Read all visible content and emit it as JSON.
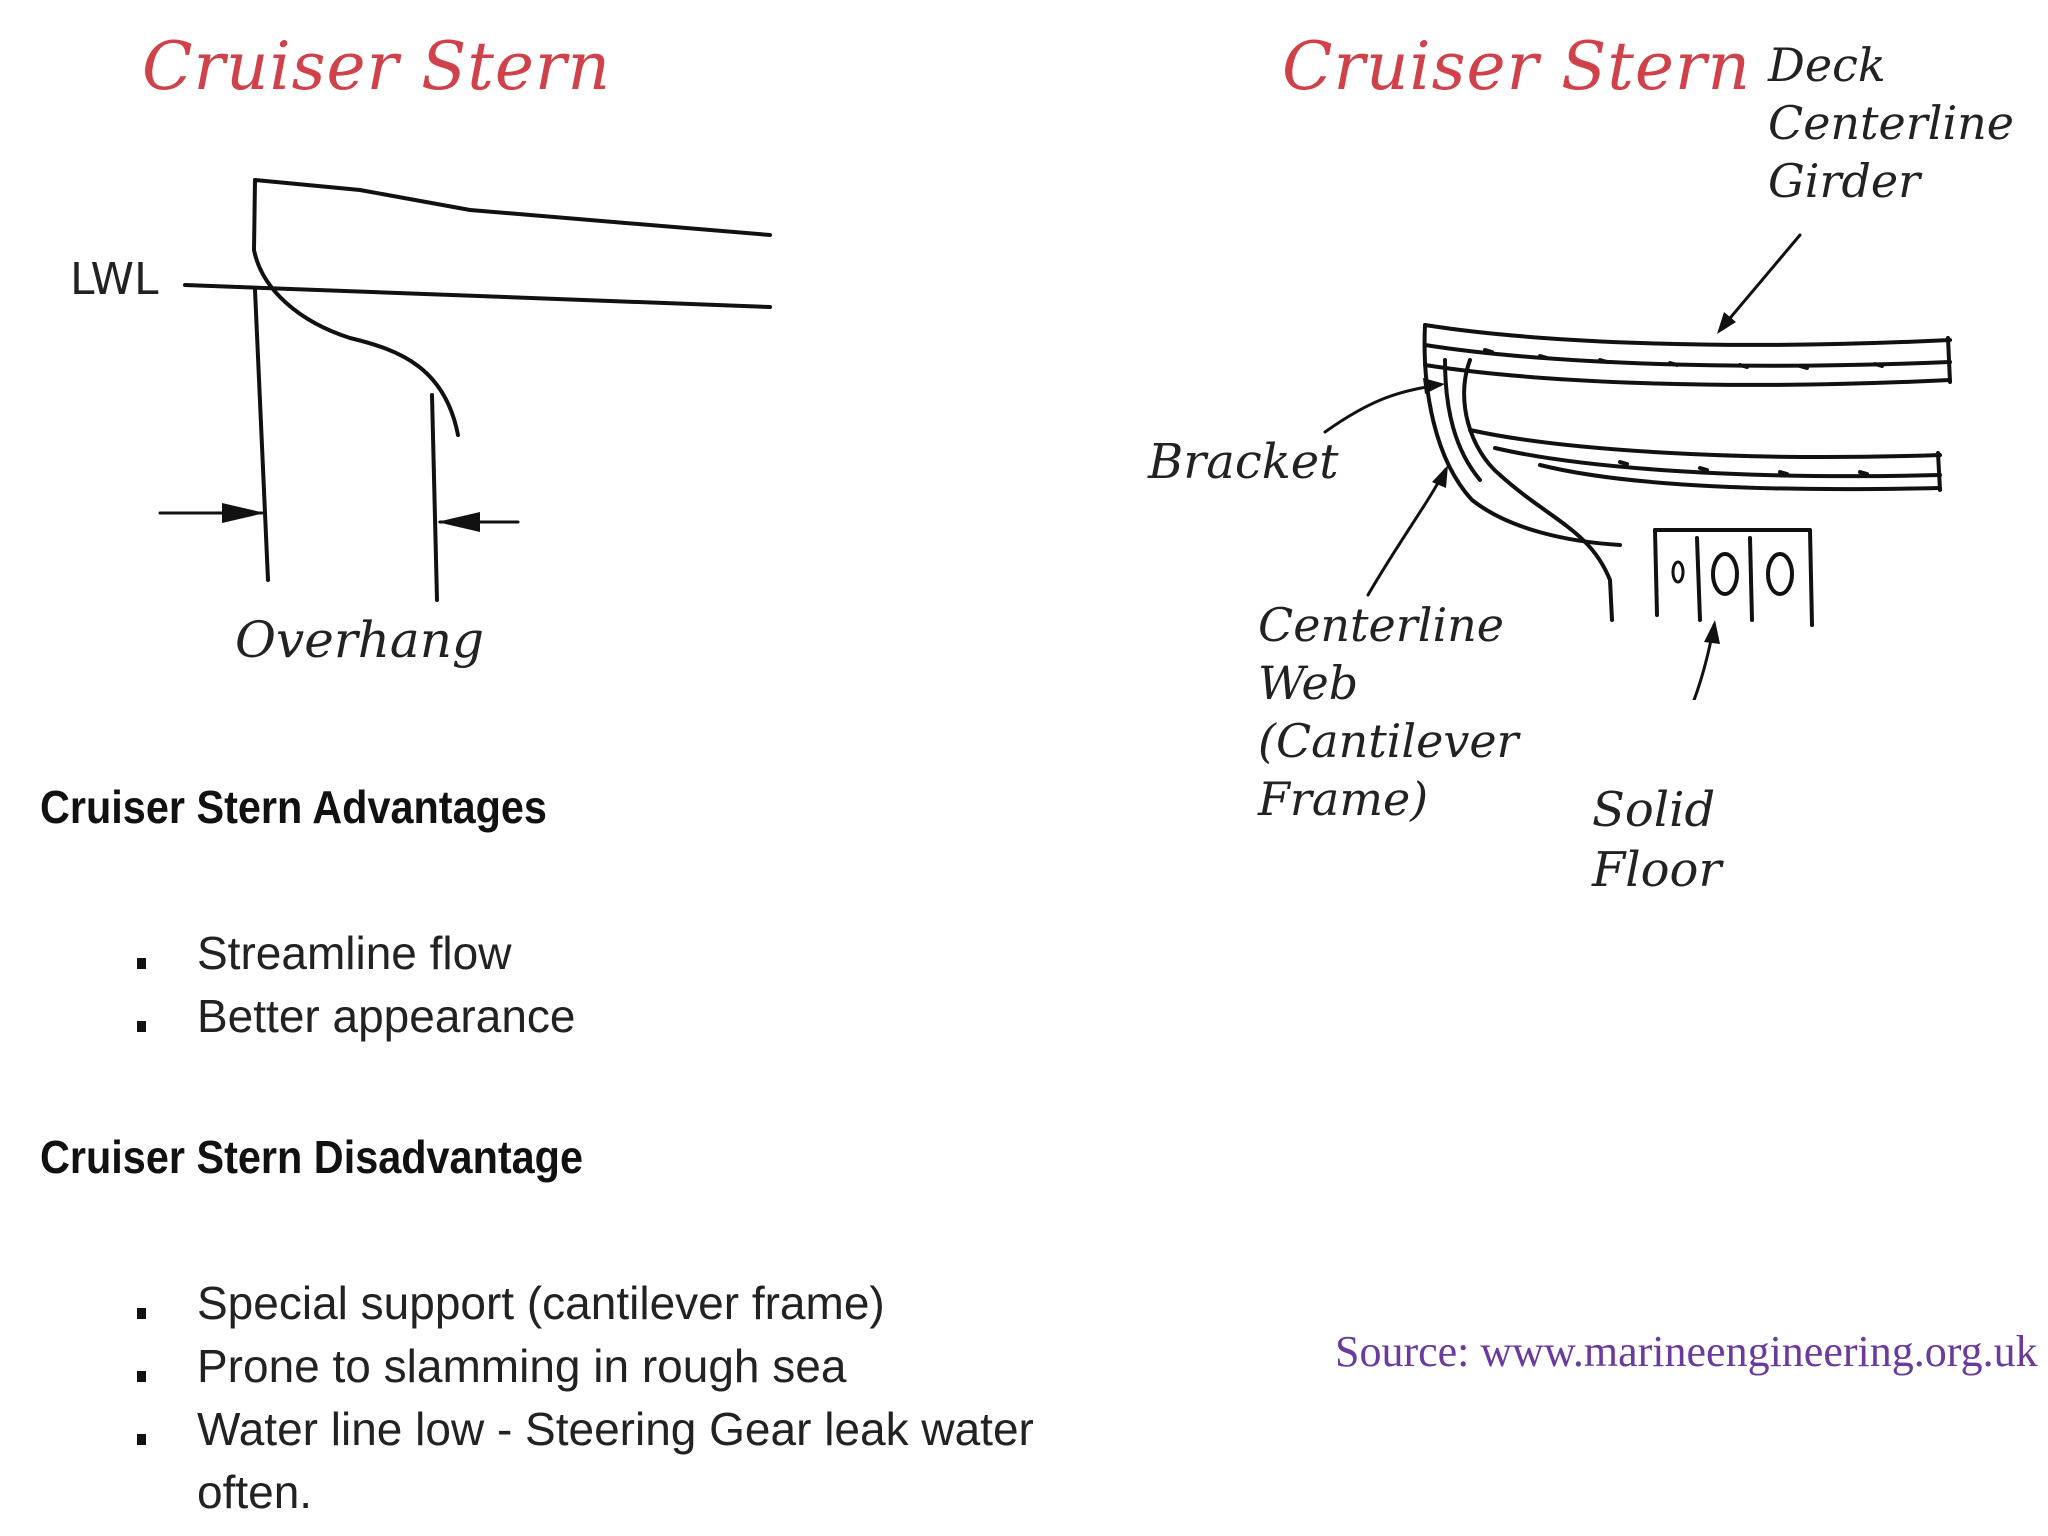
{
  "left_diagram": {
    "title": "Cruiser Stern",
    "lwl_label": "LWL",
    "overhang_label": "Overhang"
  },
  "right_diagram": {
    "title": "Cruiser Stern",
    "deck_label": [
      "Deck",
      "Centerline",
      "Girder"
    ],
    "bracket_label": "Bracket",
    "web_label": [
      "Centerline",
      "Web",
      "(Cantilever",
      "Frame)"
    ],
    "floor_label": [
      "Solid",
      "Floor"
    ]
  },
  "advantages": {
    "heading": "Cruiser Stern Advantages",
    "items": [
      "Streamline flow",
      "Better appearance"
    ]
  },
  "disadvantages": {
    "heading": "Cruiser Stern Disadvantage",
    "items": [
      "Special support (cantilever frame)",
      "Prone to slamming in rough sea",
      "Water line low - Steering Gear leak water",
      "often."
    ]
  },
  "source": "Source: www.marineengineering.org.uk"
}
